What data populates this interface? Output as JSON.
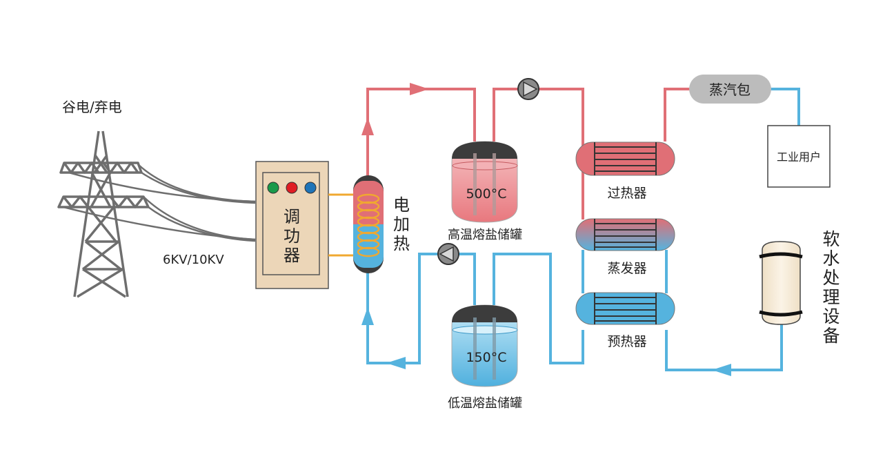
{
  "labels": {
    "grid_source": "谷电/弃电",
    "voltage": "6KV/10KV",
    "regulator_c1": "调",
    "regulator_c2": "功",
    "regulator_c3": "器",
    "heater_c1": "电",
    "heater_c2": "加",
    "heater_c3": "热",
    "hot_tank_temp": "500°C",
    "hot_tank_name": "高温熔盐储罐",
    "cold_tank_temp": "150°C",
    "cold_tank_name": "低温熔盐储罐",
    "superheater": "过热器",
    "evaporator": "蒸发器",
    "preheater": "预热器",
    "steam_drum": "蒸汽包",
    "industrial_user": "工业用户",
    "softener_c1": "软",
    "softener_c2": "水",
    "softener_c3": "处",
    "softener_c4": "理",
    "softener_c5": "设",
    "softener_c6": "备"
  },
  "colors": {
    "hot_line": "#e06f76",
    "cold_line": "#55b3de",
    "regulator_fill": "#ecd6b8",
    "indicator_green": "#1a9a4a",
    "indicator_red": "#e01d24",
    "indicator_blue": "#1f74b8",
    "coil": "#f0a830",
    "steam_drum_fill": "#bcbcbc",
    "tower": "#6e6e6e"
  }
}
